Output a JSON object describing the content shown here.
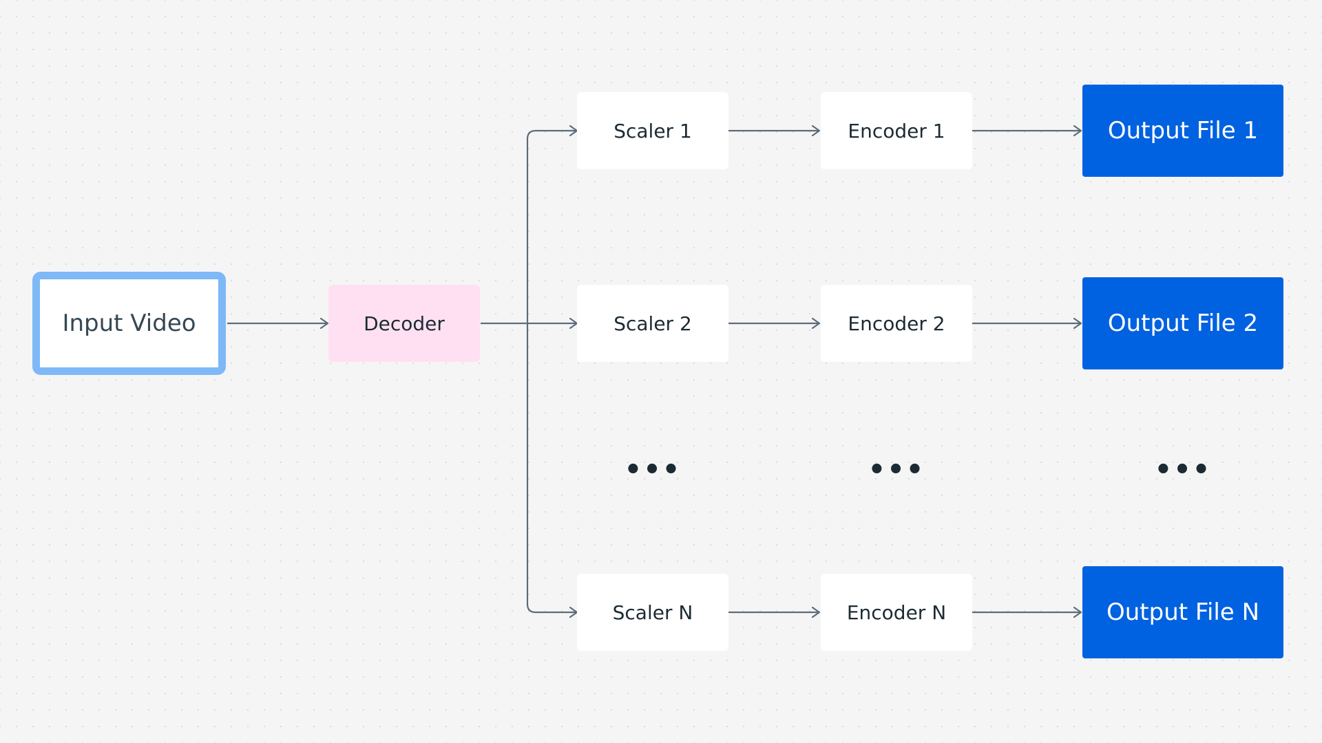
{
  "input": {
    "label": "Input Video"
  },
  "decoder": {
    "label": "Decoder"
  },
  "branches": [
    {
      "scaler": "Scaler 1",
      "encoder": "Encoder 1",
      "output": "Output File 1"
    },
    {
      "scaler": "Scaler 2",
      "encoder": "Encoder 2",
      "output": "Output File 2"
    },
    {
      "scaler": "Scaler N",
      "encoder": "Encoder N",
      "output": "Output File N"
    }
  ],
  "ellipsis": {
    "scaler": "•••",
    "encoder": "•••",
    "output": "•••"
  },
  "colors": {
    "background": "#f5f5f5",
    "input_border": "#7eb8f7",
    "decoder_fill": "#ffe0f3",
    "stage_fill": "#ffffff",
    "output_fill": "#0062e0",
    "connector": "#5c6b7a",
    "text_dark": "#1c2b33"
  }
}
